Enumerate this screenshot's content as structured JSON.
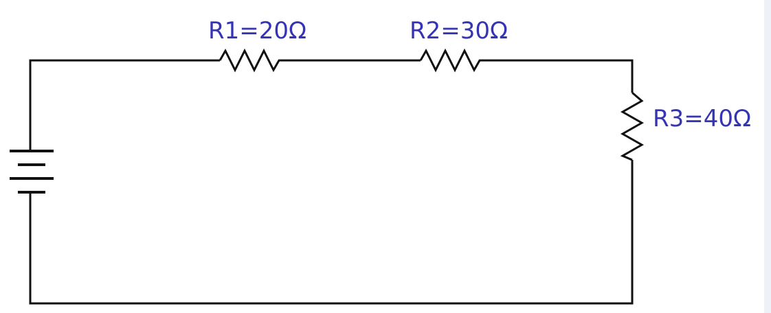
{
  "diagram": {
    "components": {
      "r1": {
        "label": "R1=20Ω"
      },
      "r2": {
        "label": "R2=30Ω"
      },
      "r3": {
        "label": "R3=40Ω"
      }
    },
    "colors": {
      "wire": "#111111",
      "label": "#3434b4",
      "background": "#ffffff"
    }
  }
}
